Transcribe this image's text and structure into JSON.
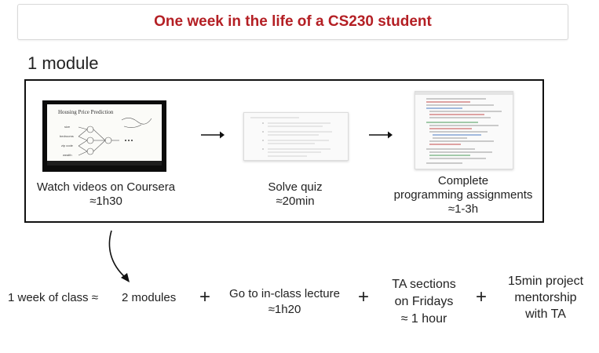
{
  "title": "One week in the life of a CS230 student",
  "module_label": "1 module",
  "video_thumbnail": {
    "slide_title": "Housing Price Prediction",
    "inputs": [
      "size",
      "bedrooms",
      "zip code",
      "wealth"
    ]
  },
  "steps": [
    {
      "lines": [
        "Watch videos on Coursera",
        "≈1h30"
      ]
    },
    {
      "lines": [
        "Solve quiz",
        "≈20min"
      ]
    },
    {
      "lines": [
        "Complete",
        "programming assignments",
        "≈1-3h"
      ]
    }
  ],
  "week": {
    "label": "1 week of class ≈",
    "modules": "2 modules",
    "lecture": [
      "Go to in-class lecture",
      "≈1h20"
    ],
    "ta_sections": [
      "TA sections",
      "on Fridays",
      "≈ 1 hour"
    ],
    "mentorship": [
      "15min project",
      "mentorship",
      "with TA"
    ],
    "plus_sign": "+"
  },
  "colors": {
    "title": "#b41f24",
    "box_border": "#111111",
    "text": "#222222"
  }
}
